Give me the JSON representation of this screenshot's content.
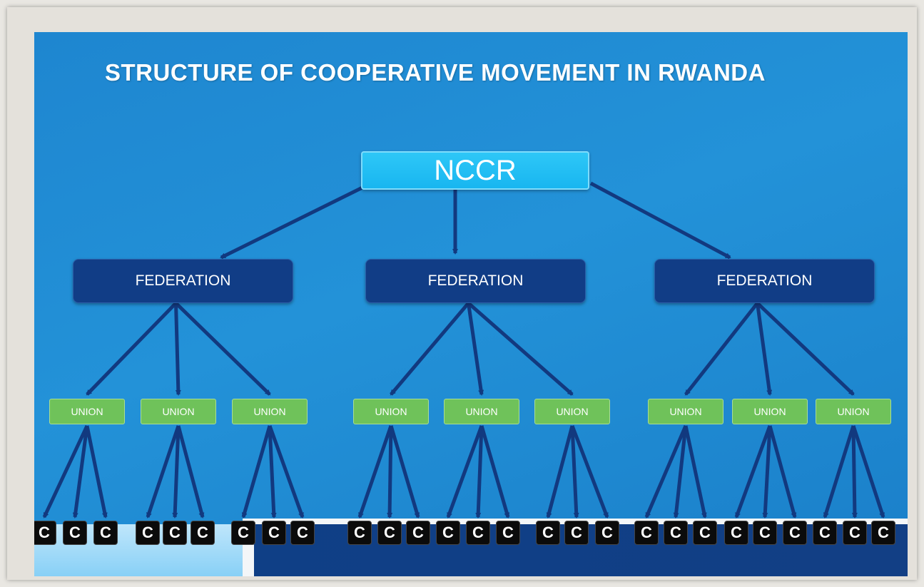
{
  "title": "STRUCTURE OF COOPERATIVE MOVEMENT IN RWANDA",
  "root": {
    "label": "NCCR"
  },
  "federations": [
    {
      "label": "FEDERATION",
      "unions": [
        "UNION",
        "UNION",
        "UNION"
      ]
    },
    {
      "label": "FEDERATION",
      "unions": [
        "UNION",
        "UNION",
        "UNION"
      ]
    },
    {
      "label": "FEDERATION",
      "unions": [
        "UNION",
        "UNION",
        "UNION"
      ]
    }
  ],
  "cooperative_label": "C",
  "cooperatives_per_union": 3,
  "colors": {
    "background": "#2290d6",
    "root_box": "#18b6f0",
    "federation_box": "#113d86",
    "union_box": "#6fc25a",
    "cooperative_box": "#0b0b0b",
    "arrow": "#12397f",
    "title_text": "#ffffff"
  }
}
